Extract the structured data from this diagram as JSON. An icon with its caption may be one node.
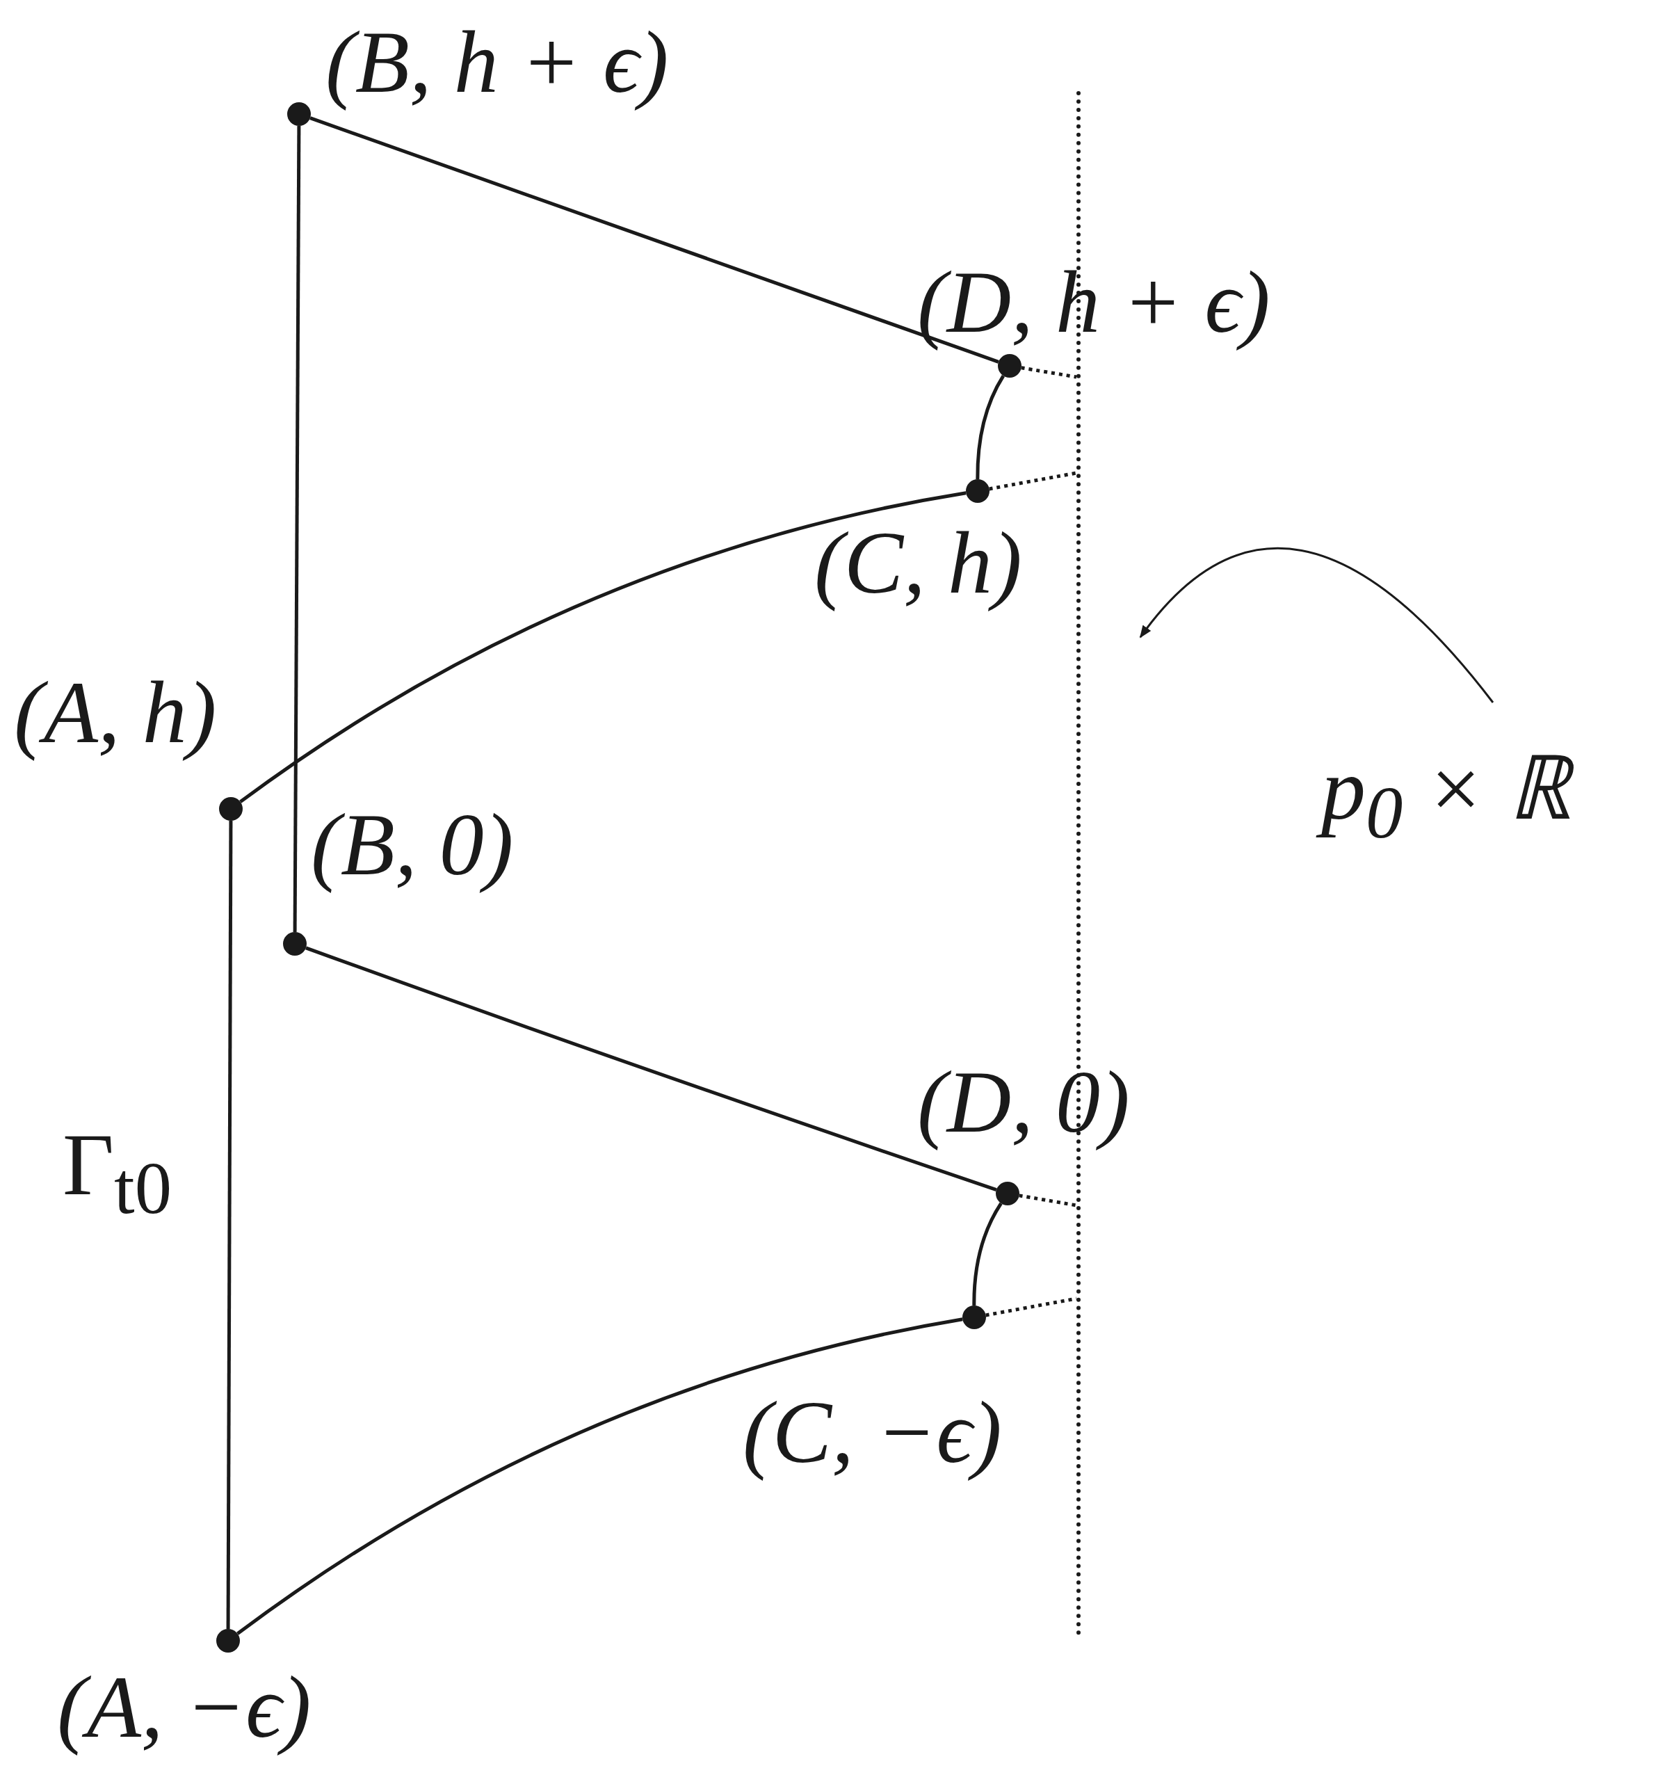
{
  "diagram": {
    "nodes": [
      {
        "text": [],
        "shape": "circle",
        "beside": [
          "(B, h + ϵ)"
        ]
      },
      {
        "text": [],
        "shape": "circle",
        "beside": [
          "(D, h + ϵ)"
        ]
      },
      {
        "text": [],
        "shape": "circle",
        "beside": [
          "(C, h)"
        ]
      },
      {
        "text": [],
        "shape": "circle",
        "beside": [
          "(A, h)"
        ]
      },
      {
        "text": [],
        "shape": "circle",
        "beside": [
          "(B, 0)"
        ]
      },
      {
        "text": [],
        "shape": "circle",
        "beside": [
          "(D, 0)"
        ]
      },
      {
        "text": [],
        "shape": "circle",
        "beside": [
          "(C, −ϵ)"
        ]
      },
      {
        "text": [],
        "shape": "circle",
        "beside": [
          "(A, −ϵ)"
        ]
      },
      {
        "text": [],
        "shape": "line"
      },
      {
        "text": [
          "p$_{0}$ × ℝ"
        ]
      }
    ],
    "edges": [
      {
        "from": 0,
        "to": 4,
        "arrow": "none"
      },
      {
        "from": 0,
        "to": 1,
        "arrow": "none"
      },
      {
        "from": 1,
        "to": 2,
        "arrow": "none"
      },
      {
        "from": 2,
        "to": 3,
        "arrow": "none"
      },
      {
        "from": 3,
        "to": 7,
        "arrow": "none"
      },
      {
        "from": 4,
        "to": 5,
        "arrow": "none"
      },
      {
        "from": 5,
        "to": 6,
        "arrow": "none"
      },
      {
        "from": 6,
        "to": 7,
        "arrow": "none"
      },
      {
        "from": 1,
        "to": 8,
        "arrow": "none",
        "style": "dashed"
      },
      {
        "from": 2,
        "to": 8,
        "arrow": "none",
        "style": "dashed"
      },
      {
        "from": 5,
        "to": 8,
        "arrow": "none",
        "style": "dashed"
      },
      {
        "from": 6,
        "to": 8,
        "arrow": "none",
        "style": "dashed"
      },
      {
        "from": 9,
        "to": 8,
        "arrow": "to"
      }
    ],
    "labels": [
      "Γ$_{t0}$"
    ]
  }
}
